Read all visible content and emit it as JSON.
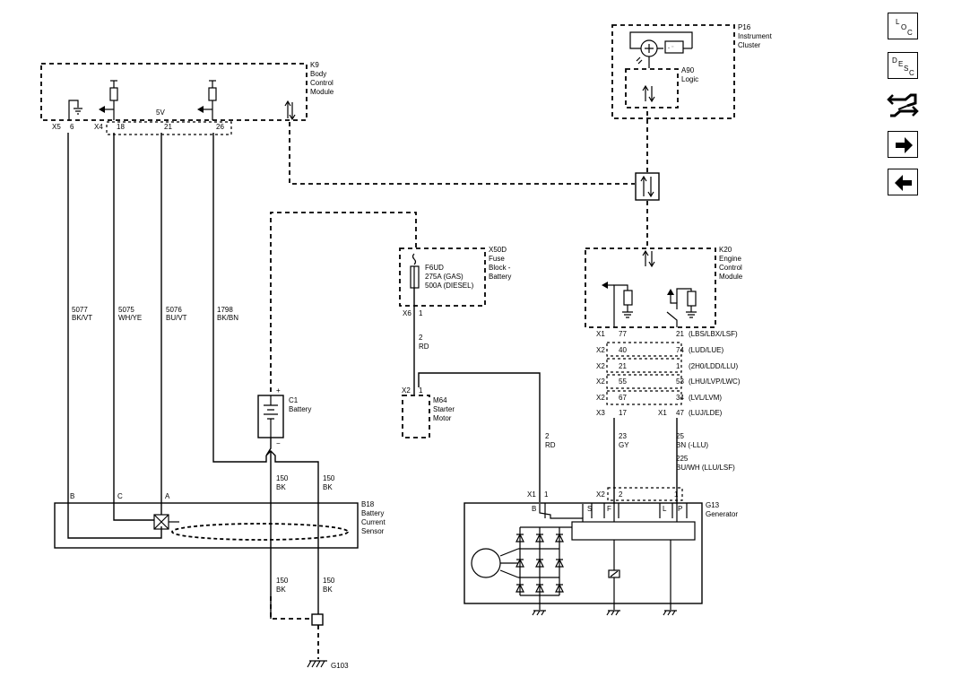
{
  "modules": {
    "k9": {
      "ref": "K9",
      "l1": "Body",
      "l2": "Control",
      "l3": "Module",
      "c1": "X5",
      "p1": "6",
      "c2": "X4",
      "p2": "18",
      "p3": "21",
      "p4": "26",
      "v5": "5V"
    },
    "p16": {
      "ref": "P16",
      "l1": "Instrument",
      "l2": "Cluster",
      "a90": "A90",
      "logic": "Logic"
    },
    "x50d": {
      "ref": "X50D",
      "l1": "Fuse",
      "l2": "Block -",
      "l3": "Battery",
      "fuse": "F6UD",
      "amp1": "275A (GAS)",
      "amp2": "500A (DIESEL)",
      "conn": "X6",
      "pin": "1"
    },
    "k20": {
      "ref": "K20",
      "l1": "Engine",
      "l2": "Control",
      "l3": "Module"
    },
    "c1": {
      "ref": "C1",
      "l1": "Battery",
      "plus": "+",
      "minus": "−"
    },
    "m64": {
      "ref": "M64",
      "l1": "Starter",
      "l2": "Motor",
      "conn": "X2",
      "pin": "1"
    },
    "b18": {
      "ref": "B18",
      "l1": "Battery",
      "l2": "Current",
      "l3": "Sensor",
      "pb": "B",
      "pc": "C",
      "pa": "A"
    },
    "g13": {
      "ref": "G13",
      "l1": "Generator",
      "x1": "X1",
      "x1p": "1",
      "x2": "X2",
      "x2p1": "2",
      "x2p2": "1",
      "b": "B",
      "s": "S",
      "f": "F",
      "l": "L",
      "p": "P"
    },
    "g103": {
      "ref": "G103"
    }
  },
  "wires": {
    "w5077": {
      "num": "5077",
      "color": "BK/VT"
    },
    "w5075": {
      "num": "5075",
      "color": "WH/YE"
    },
    "w5076": {
      "num": "5076",
      "color": "BU/VT"
    },
    "w1798": {
      "num": "1798",
      "color": "BK/BN"
    },
    "rd1": {
      "num": "2",
      "color": "RD"
    },
    "rd2": {
      "num": "2",
      "color": "RD"
    },
    "bk1": {
      "num": "150",
      "color": "BK"
    },
    "bk2": {
      "num": "150",
      "color": "BK"
    },
    "bk3": {
      "num": "150",
      "color": "BK"
    },
    "bk4": {
      "num": "150",
      "color": "BK"
    },
    "gy": {
      "num": "23",
      "color": "GY"
    },
    "bn": {
      "num": "25",
      "color": "BN (-LLU)"
    },
    "buwh": {
      "num": "225",
      "color": "BU/WH (LLU/LSF)"
    }
  },
  "k20_pins": [
    {
      "lconn": "X1",
      "lpin": "77",
      "rconn": "",
      "rpin": "21",
      "engine": "(LBS/LBX/LSF)"
    },
    {
      "lconn": "X2",
      "lpin": "40",
      "rconn": "",
      "rpin": "74",
      "engine": "(LUD/LUE)"
    },
    {
      "lconn": "X2",
      "lpin": "21",
      "rconn": "",
      "rpin": "1",
      "engine": "(2H0/LDD/LLU)"
    },
    {
      "lconn": "X2",
      "lpin": "55",
      "rconn": "",
      "rpin": "53",
      "engine": "(LHU/LVP/LWC)"
    },
    {
      "lconn": "X2",
      "lpin": "67",
      "rconn": "",
      "rpin": "34",
      "engine": "(LVL/LVM)"
    },
    {
      "lconn": "X3",
      "lpin": "17",
      "rconn": "X1",
      "rpin": "47",
      "engine": "(LUJ/LDE)"
    }
  ],
  "nav": {
    "loc_l": "L",
    "loc_o": "O",
    "loc_c": "C",
    "desc_d": "D",
    "desc_e": "E",
    "desc_s": "S",
    "desc_c": "C",
    "connector_icon": "connector-icon",
    "next_icon": "arrow-right-icon",
    "prev_icon": "arrow-left-icon"
  }
}
